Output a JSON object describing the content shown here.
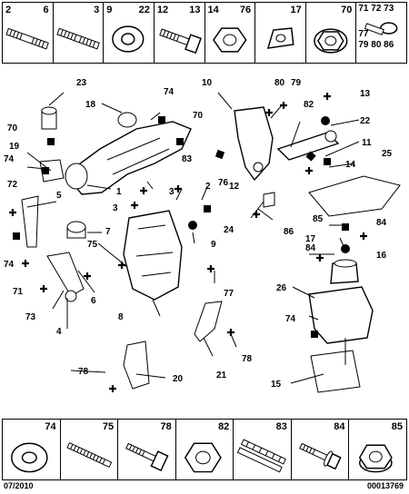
{
  "top_strip": {
    "cells": [
      {
        "num_left": "2",
        "num_right": "6",
        "icon": "stud-bolt-icon"
      },
      {
        "num_right": "3",
        "icon": "stud-bolt-icon"
      },
      {
        "num_left": "9",
        "num_right": "22",
        "icon": "washer-icon"
      },
      {
        "num_left": "12",
        "num_right": "13",
        "icon": "bolt-icon"
      },
      {
        "num_left": "14",
        "num_right": "76",
        "icon": "nut-icon"
      },
      {
        "num_right": "17",
        "icon": "clip-nut-icon"
      },
      {
        "num_right": "70",
        "icon": "flange-nut-icon"
      },
      {
        "numbers_top": "71 72 73",
        "numbers_mid": "77",
        "numbers_bottom": "79 80 86",
        "icon": "screw-washer-icon"
      }
    ]
  },
  "diagram_labels": [
    "23",
    "74",
    "18",
    "70",
    "10",
    "80",
    "79",
    "82",
    "13",
    "22",
    "11",
    "14",
    "25",
    "19",
    "74",
    "70",
    "83",
    "3",
    "1",
    "2",
    "3",
    "76",
    "12",
    "72",
    "5",
    "7",
    "9",
    "75",
    "24",
    "86",
    "85",
    "84",
    "17",
    "16",
    "84",
    "74",
    "71",
    "6",
    "77",
    "73",
    "4",
    "8",
    "26",
    "74",
    "78",
    "21",
    "78",
    "20",
    "15"
  ],
  "bottom_strip": {
    "cells": [
      {
        "num": "74",
        "icon": "washer-icon"
      },
      {
        "num": "75",
        "icon": "stud-bolt-icon"
      },
      {
        "num": "78",
        "icon": "screw-icon"
      },
      {
        "num": "82",
        "icon": "nut-icon"
      },
      {
        "num": "83",
        "icon": "stud-bolt-icon"
      },
      {
        "num": "84",
        "icon": "screw-icon"
      },
      {
        "num": "85",
        "icon": "hex-nut-icon"
      }
    ]
  },
  "footer": {
    "date": "07/2010",
    "code": "00013769"
  }
}
